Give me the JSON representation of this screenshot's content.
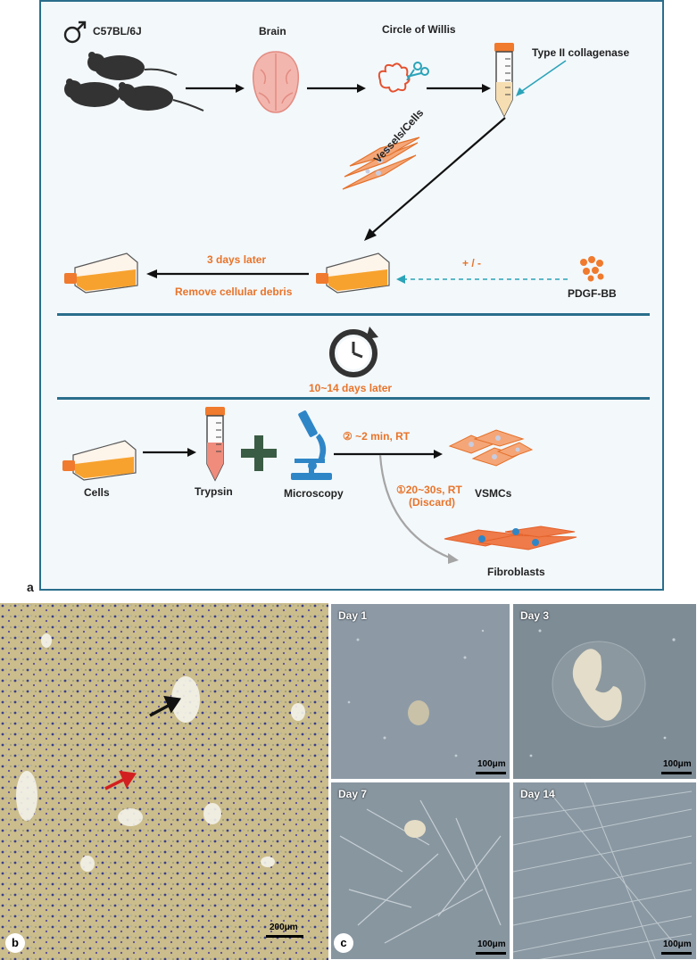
{
  "panel_a": {
    "letter": "a",
    "mouse_strain": "C57BL/6J",
    "brain": "Brain",
    "circle_of_willis": "Circle of Willis",
    "collagenase": "Type II collagenase",
    "vessels_cells": "Vessels/Cells",
    "three_days_later": "3 days later",
    "remove_debris": "Remove cellular debris",
    "plus_minus": "+ / -",
    "pdgf": "PDGF-BB",
    "days_later": "10~14 days later",
    "cells": "Cells",
    "trypsin": "Trypsin",
    "microscopy": "Microscopy",
    "step2": "② ~2 min, RT",
    "step1_line1": "①20~30s, RT",
    "step1_line2": "(Discard)",
    "vsmcs": "VSMCs",
    "fibroblasts": "Fibroblasts",
    "colors": {
      "accent_orange": "#e8742a",
      "frame_teal": "#2a6e8c",
      "arrow_teal": "#2ba3b8"
    }
  },
  "panel_b": {
    "letter": "b",
    "scale": "200μm"
  },
  "panel_c": {
    "letter": "c",
    "tiles": [
      {
        "label": "Day 1",
        "scale": "100μm"
      },
      {
        "label": "Day 3",
        "scale": "100μm"
      },
      {
        "label": "Day 7",
        "scale": "100μm"
      },
      {
        "label": "Day 14",
        "scale": "100μm"
      }
    ]
  }
}
